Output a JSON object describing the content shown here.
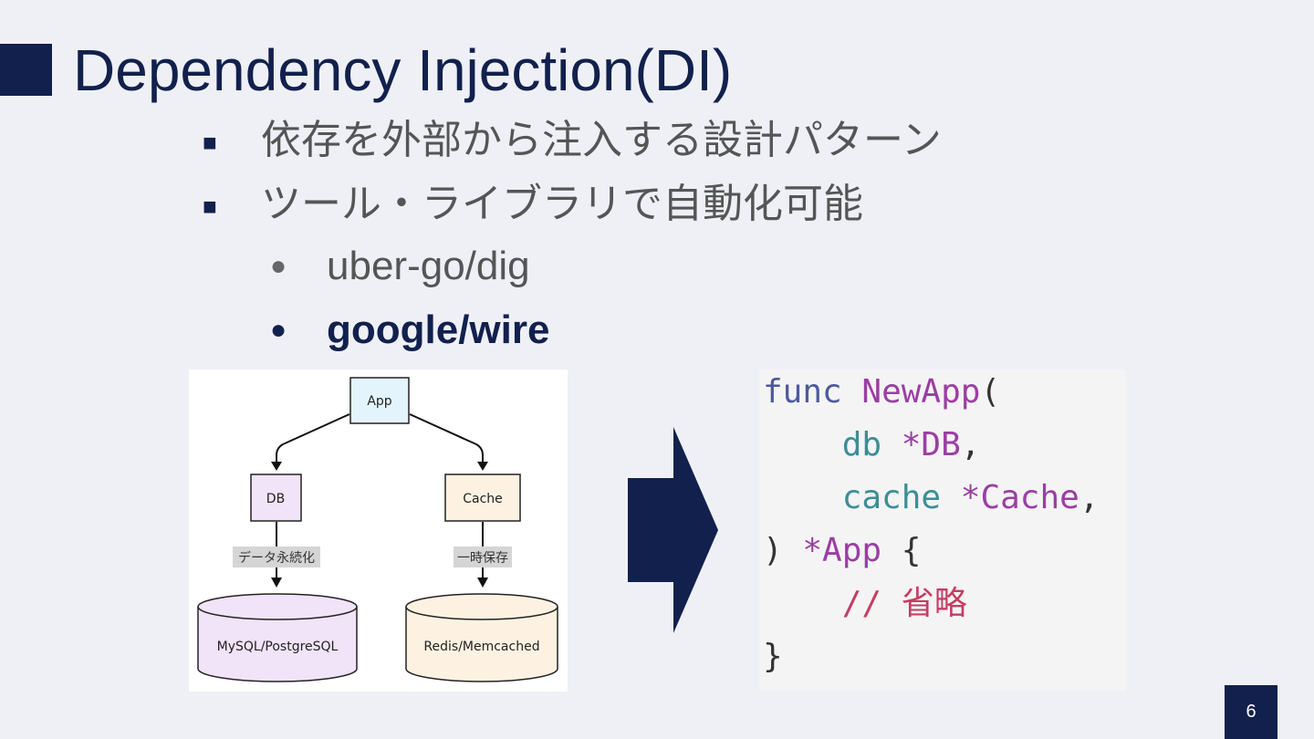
{
  "slide": {
    "title": "Dependency Injection(DI)",
    "bullets": [
      "依存を外部から注入する設計パターン",
      "ツール・ライブラリで自動化可能"
    ],
    "sub_bullets": [
      "uber-go/dig",
      "google/wire"
    ],
    "bullet_mark": "■",
    "sub_mark": "●",
    "page_number": "6"
  },
  "diagram": {
    "nodes": {
      "app": "App",
      "db": "DB",
      "cache": "Cache",
      "mysql": "MySQL/PostgreSQL",
      "redis": "Redis/Memcached"
    },
    "edge_labels": {
      "db_to_mysql": "データ永続化",
      "cache_to_redis": "一時保存"
    }
  },
  "code": {
    "lines": [
      [
        {
          "t": "func",
          "c": "kw"
        },
        {
          "t": " ",
          "c": "pn"
        },
        {
          "t": "NewApp",
          "c": "fn"
        },
        {
          "t": "(",
          "c": "pn"
        }
      ],
      [
        {
          "t": "    ",
          "c": "pn"
        },
        {
          "t": "db",
          "c": "id"
        },
        {
          "t": " ",
          "c": "pn"
        },
        {
          "t": "*DB",
          "c": "ty"
        },
        {
          "t": ",",
          "c": "pn"
        }
      ],
      [
        {
          "t": "    ",
          "c": "pn"
        },
        {
          "t": "cache",
          "c": "id"
        },
        {
          "t": " ",
          "c": "pn"
        },
        {
          "t": "*Cache",
          "c": "ty"
        },
        {
          "t": ",",
          "c": "pn"
        }
      ],
      [
        {
          "t": ")",
          "c": "pn"
        },
        {
          "t": " ",
          "c": "pn"
        },
        {
          "t": "*App",
          "c": "ty"
        },
        {
          "t": " {",
          "c": "pn"
        }
      ],
      [
        {
          "t": "    ",
          "c": "pn"
        },
        {
          "t": "// 省略",
          "c": "cm"
        }
      ],
      [
        {
          "t": "}",
          "c": "pn"
        }
      ]
    ]
  },
  "colors": {
    "navy": "#12204d",
    "background": "#eef0f6"
  }
}
